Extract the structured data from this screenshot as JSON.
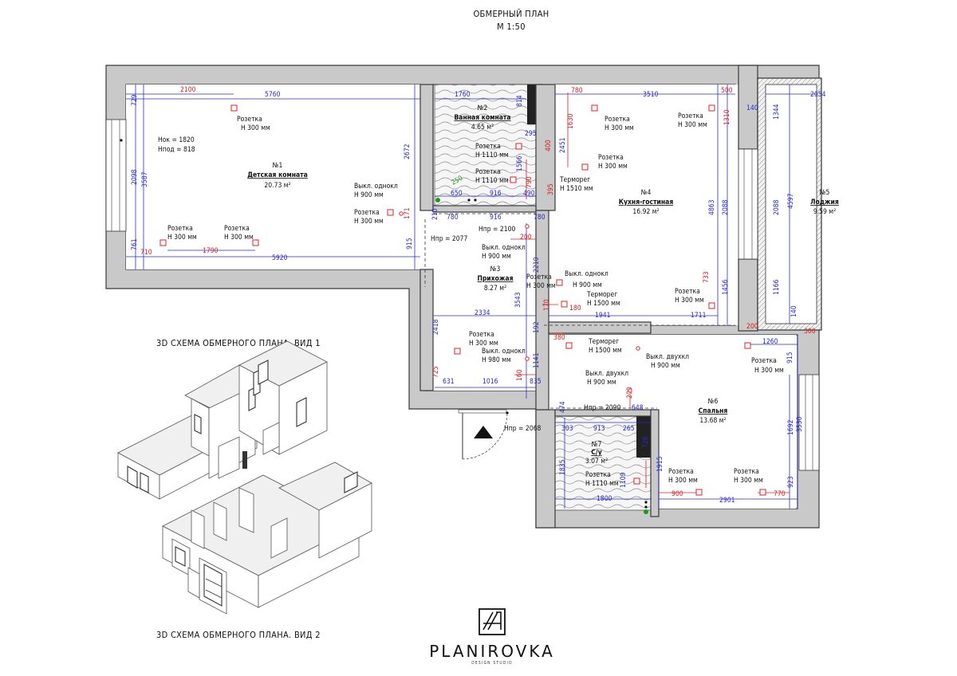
{
  "title": {
    "line1": "ОБМЕРНЫЙ ПЛАН",
    "line2": "М 1:50"
  },
  "rooms": {
    "r1": {
      "num": "№1",
      "name": "Детская комната",
      "area": "20.73 м²"
    },
    "r2": {
      "num": "№2",
      "name": "Ванная комната",
      "area": "4.65 м²"
    },
    "r3": {
      "num": "№3",
      "name": "Прихожая",
      "area": "8.27 м²"
    },
    "r4": {
      "num": "№4",
      "name": "Кухня-гостиная",
      "area": "16.92 м²"
    },
    "r5": {
      "num": "№5",
      "name": "Лоджия",
      "area": "9.59 м²"
    },
    "r6": {
      "num": "№6",
      "name": "Спальня",
      "area": "13.68 м²"
    },
    "r7": {
      "num": "№7",
      "name": "С/у",
      "area": "3.07 м²"
    }
  },
  "notes": {
    "socket": "Розетка",
    "h300": "Н 300 мм",
    "h1110": "Н 1110 мм",
    "switch1": "Выкл. однокл",
    "switch2": "Выкл. двухкл",
    "h900": "Н 900 мм",
    "h980": "Н 980 мм",
    "thermo": "Терморег",
    "h1510": "Н 1510 мм",
    "h1500": "Н 1500 мм",
    "hok": "Нок = 1820",
    "hpod": "Нпод = 818",
    "hpr2100": "Нпр = 2100",
    "hpr2077": "Нпр = 2077",
    "hpr2090": "Нпр = 2090",
    "hpr2068": "Нпр = 2068"
  },
  "dims": {
    "d2100": "2100",
    "d5760": "5760",
    "d729": "729",
    "d2098": "2098",
    "d3587": "3587",
    "d761": "761",
    "d710": "710",
    "d1790": "1790",
    "d5920": "5920",
    "d2672": "2672",
    "d915": "915",
    "d1760": "1760",
    "d814": "814",
    "d295": "295",
    "d400": "400",
    "d650": "650",
    "d250": "250",
    "d916": "916",
    "d490": "490",
    "d790": "790",
    "d395": "395",
    "d1566": "1566",
    "d780": "780",
    "d3510": "3510",
    "d500": "500",
    "d1310": "1310",
    "d1630": "1630",
    "d2451": "2451",
    "d140": "140",
    "d2054": "2054",
    "d1344": "1344",
    "d4597": "4597",
    "d2088": "2088",
    "d4863": "4863",
    "d1166": "1166",
    "d733": "733",
    "d1456": "1456",
    "d1711": "1711",
    "d1941": "1941",
    "d200": "200",
    "d300": "300",
    "d1260": "1260",
    "d210": "210",
    "d171": "171",
    "d2210": "2210",
    "d3543": "3543",
    "d2334": "2334",
    "d2418": "2418",
    "d170": "170",
    "d180": "180",
    "d380": "380",
    "d192": "192",
    "d1141": "1141",
    "d160": "160",
    "d725": "725",
    "d631": "631",
    "d1016": "1016",
    "d835": "835",
    "d474": "474",
    "d648": "648",
    "d303": "303",
    "d913": "913",
    "d265": "265",
    "d1835": "1835",
    "d1109": "1109",
    "d726": "726",
    "d1915": "1915",
    "d1800": "1800",
    "d900": "900",
    "d2901": "2901",
    "d770": "770",
    "d923": "923",
    "d1692": "1692",
    "d3530": "3530",
    "d915b": "915"
  },
  "views": {
    "v1": "3D СХЕМА ОБМЕРНОГО ПЛАНА. ВИД 1",
    "v2": "3D СХЕМА ОБМЕРНОГО ПЛАНА. ВИД 2"
  },
  "brand": {
    "name": "PLANIROVKA",
    "tagline": "DESIGN STUDIO"
  }
}
